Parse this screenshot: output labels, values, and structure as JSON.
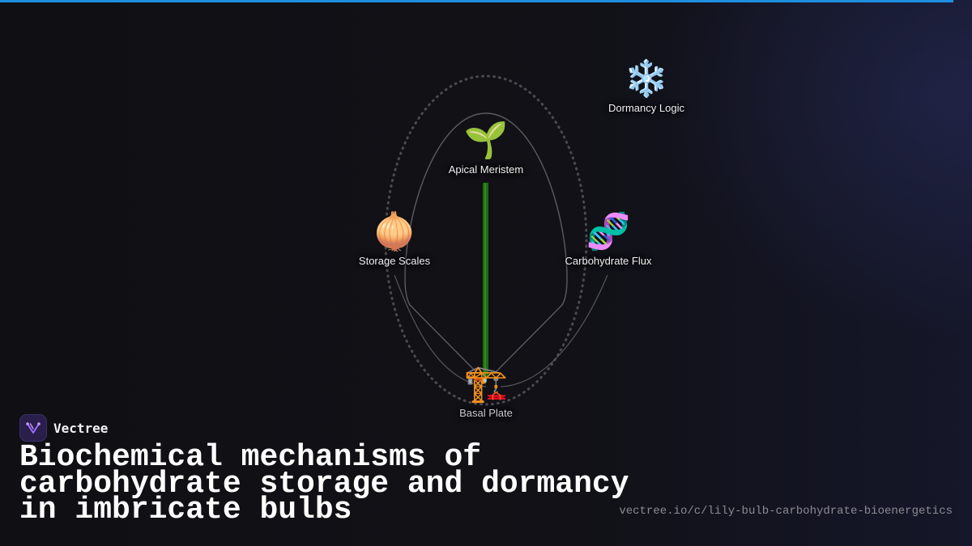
{
  "accent_color": "#1e8fe0",
  "stem_color": "#2e7d1e",
  "nodes": {
    "dormancy": {
      "icon": "snowflake-icon",
      "glyph": "❄️",
      "label": "Dormancy Logic"
    },
    "apical": {
      "icon": "seedling-icon",
      "glyph": "🌱",
      "label": "Apical Meristem"
    },
    "storage": {
      "icon": "onion-icon",
      "glyph": "🧅",
      "label": "Storage Scales"
    },
    "carbohydrate": {
      "icon": "dna-icon",
      "glyph": "🧬",
      "label": "Carbohydrate Flux"
    },
    "basal": {
      "icon": "construction-crane-icon",
      "glyph": "🏗️",
      "label": "Basal Plate"
    }
  },
  "brand": {
    "name": "Vectree",
    "logo_icon": "vectree-logo-icon"
  },
  "title": "Biochemical mechanisms of carbohydrate storage and dormancy in imbricate bulbs",
  "url": "vectree.io/c/lily-bulb-carbohydrate-bioenergetics"
}
